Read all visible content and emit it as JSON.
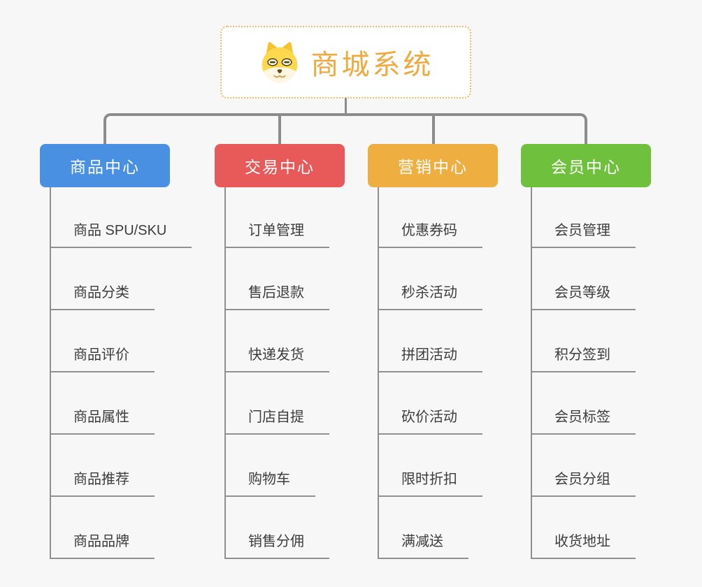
{
  "root": {
    "title": "商城系统",
    "title_color": "#F0A93C",
    "border_color": "#F2BA68",
    "icon": "doge-icon"
  },
  "branches": [
    {
      "label": "商品中心",
      "color": "#4A90E2",
      "items": [
        "商品 SPU/SKU",
        "商品分类",
        "商品评价",
        "商品属性",
        "商品推荐",
        "商品品牌"
      ]
    },
    {
      "label": "交易中心",
      "color": "#E85A5A",
      "items": [
        "订单管理",
        "售后退款",
        "快递发货",
        "门店自提",
        "购物车",
        "销售分佣"
      ]
    },
    {
      "label": "营销中心",
      "color": "#EEAE40",
      "items": [
        "优惠券码",
        "秒杀活动",
        "拼团活动",
        "砍价活动",
        "限时折扣",
        "满减送"
      ]
    },
    {
      "label": "会员中心",
      "color": "#6FC03D",
      "items": [
        "会员管理",
        "会员等级",
        "积分签到",
        "会员标签",
        "会员分组",
        "收货地址"
      ]
    }
  ],
  "ui": {
    "background": "#F7F7F7",
    "connector_color": "#8C8C8C",
    "leaf_line_color": "#909090",
    "leaf_text_color": "#3C3C3C"
  }
}
